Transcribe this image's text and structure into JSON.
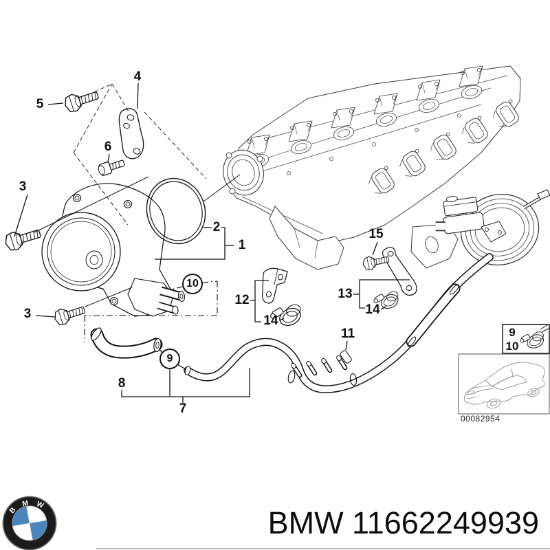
{
  "title": "BMW parts exploded diagram - vacuum pump with drive and hoses",
  "callouts": [
    {
      "n": "5"
    },
    {
      "n": "4"
    },
    {
      "n": "6"
    },
    {
      "n": "3"
    },
    {
      "n": "3"
    },
    {
      "n": "2"
    },
    {
      "n": "1"
    },
    {
      "n": "10"
    },
    {
      "n": "9"
    },
    {
      "n": "8"
    },
    {
      "n": "7"
    },
    {
      "n": "11"
    },
    {
      "n": "12"
    },
    {
      "n": "14"
    },
    {
      "n": "13"
    },
    {
      "n": "14"
    },
    {
      "n": "15"
    }
  ],
  "inset": {
    "items": [
      {
        "n": "9"
      },
      {
        "n": "10"
      }
    ],
    "code": "00082954"
  },
  "footer": {
    "logo_letters": [
      "B",
      "M",
      "W"
    ],
    "part_text": "BMW 11662249939"
  },
  "colors": {
    "line": "#1a1a1a",
    "bmw_blue": "#4a86bb",
    "roundel_black": "#1b1b1b"
  }
}
